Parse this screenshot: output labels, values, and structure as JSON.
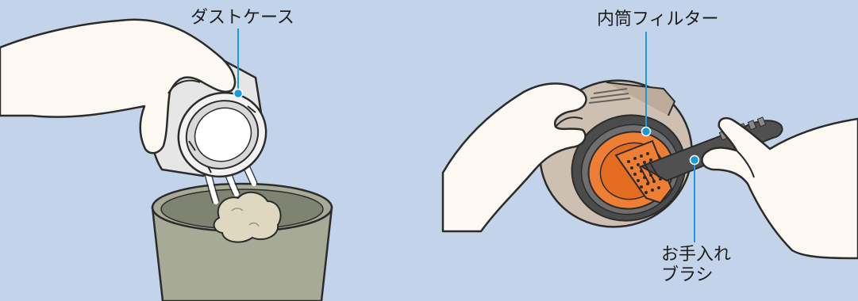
{
  "labels": {
    "dust_case": "ダストケース",
    "inner_filter": "内筒フィルター",
    "brush_line1": "お手入れ",
    "brush_line2": "ブラシ"
  },
  "colors": {
    "background": "#c3d4ea",
    "leader_line": "#1a9ad8",
    "skin": "#fdf8f1",
    "outline": "#2b2b2b",
    "case_gray": "#e6e6e6",
    "bin_gray": "#a6aa97",
    "filter_orange": "#ee7e33",
    "ring_dark": "#4b4b4b",
    "housing_tan": "#cdbfb2",
    "dust_beige": "#ddd8bf"
  }
}
